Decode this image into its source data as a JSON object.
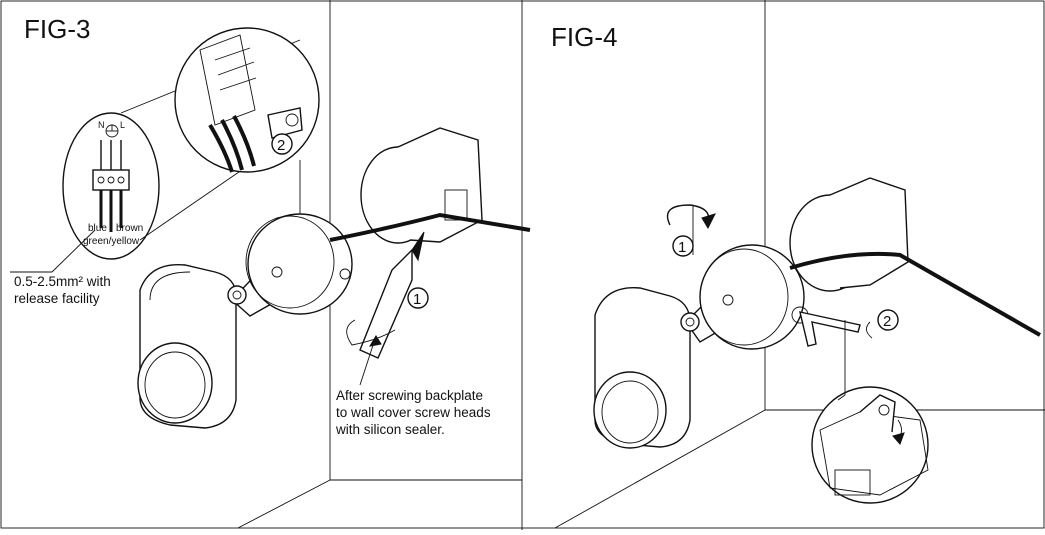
{
  "fig3": {
    "title": "FIG-3",
    "terminal_labels": {
      "neutral": "N",
      "line": "L"
    },
    "wire_labels": {
      "blue": "blue",
      "brown": "brown",
      "green_yellow": "green/yellow"
    },
    "cable_spec": "0.5-2.5mm²   with\nrelease facility",
    "step_1": "1",
    "step_2": "2",
    "instruction": "After screwing backplate\nto wall cover screw heads\nwith silicon sealer."
  },
  "fig4": {
    "title": "FIG-4",
    "step_1": "1",
    "step_2": "2"
  }
}
